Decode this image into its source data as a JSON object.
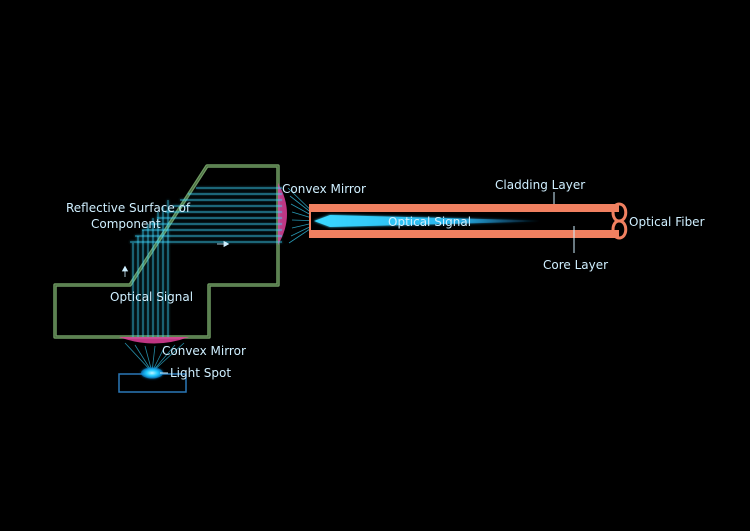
{
  "labels": {
    "convex_mirror_right": "Convex Mirror",
    "reflective_surface_line1": "Reflective Surface of",
    "reflective_surface_line2": "Component",
    "optical_signal_left": "Optical Signal",
    "convex_mirror_bottom": "Convex Mirror",
    "light_spot": "Light Spot",
    "cladding_layer": "Cladding Layer",
    "optical_signal_fiber": "Optical Signal",
    "core_layer": "Core Layer",
    "optical_fiber": "Optical Fiber"
  },
  "colors": {
    "background": "#000000",
    "label_text": "#cfefff",
    "beam": "#3ad8ff",
    "component_outline": "#6f9a62",
    "mirror": "#e0409a",
    "fiber_cladding": "#f08060",
    "fiber_core": "#000000",
    "light_spot": "#22ccff",
    "spot_box": "#2a78b8"
  }
}
